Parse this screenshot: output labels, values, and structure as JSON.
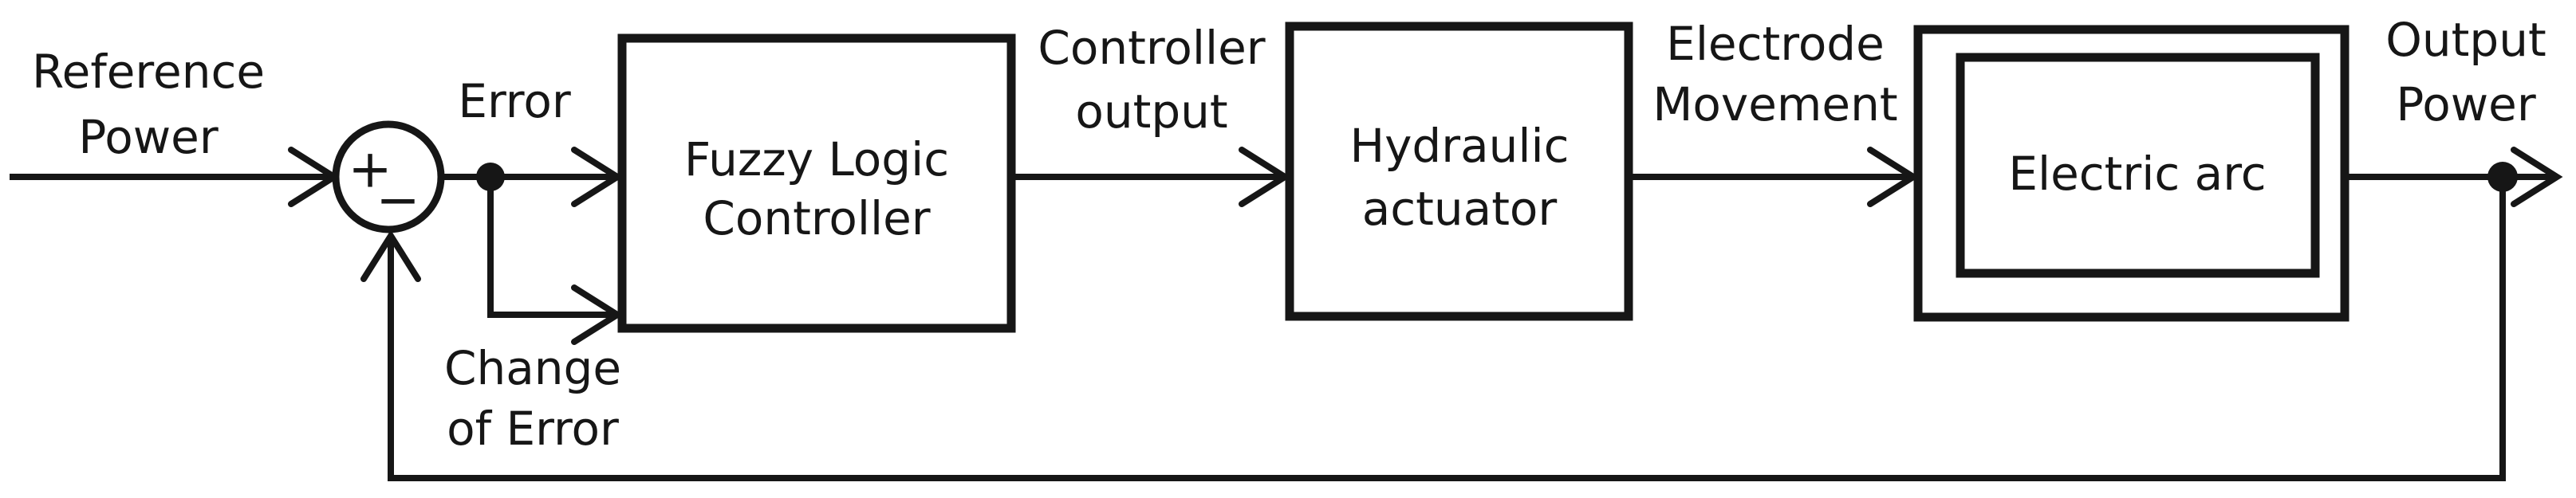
{
  "diagram": {
    "type": "feedback-control-block-diagram",
    "colors": {
      "ink": "#161616",
      "background": "#ffffff"
    },
    "summing_junction": {
      "plus": "+",
      "minus": "−"
    },
    "signals": {
      "reference_power": [
        "Reference",
        "Power"
      ],
      "error": "Error",
      "change_of_error": [
        "Change",
        "of Error"
      ],
      "controller_output": [
        "Controller",
        "output"
      ],
      "electrode_movement": [
        "Electrode",
        "Movement"
      ],
      "output_power": [
        "Output",
        "Power"
      ]
    },
    "blocks": {
      "fuzzy_logic_controller": [
        "Fuzzy Logic",
        "Controller"
      ],
      "hydraulic_actuator": [
        "Hydraulic",
        "actuator"
      ],
      "electric_arc": "Electric arc"
    }
  }
}
